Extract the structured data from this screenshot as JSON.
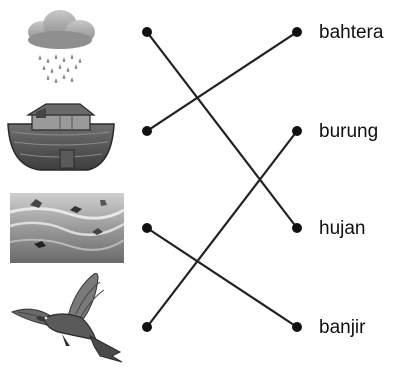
{
  "words": [
    "bahtera",
    "burung",
    "hujan",
    "banjir"
  ],
  "pictures": [
    {
      "icon": "rain-cloud-icon"
    },
    {
      "icon": "ark-boat-icon"
    },
    {
      "icon": "flood-water-icon"
    },
    {
      "icon": "flying-bird-icon"
    }
  ],
  "matches": [
    {
      "picture": 0,
      "word": 2
    },
    {
      "picture": 1,
      "word": 0
    },
    {
      "picture": 2,
      "word": 3
    },
    {
      "picture": 3,
      "word": 1
    }
  ],
  "colors": {
    "ink": "#111111",
    "line": "#222222"
  }
}
